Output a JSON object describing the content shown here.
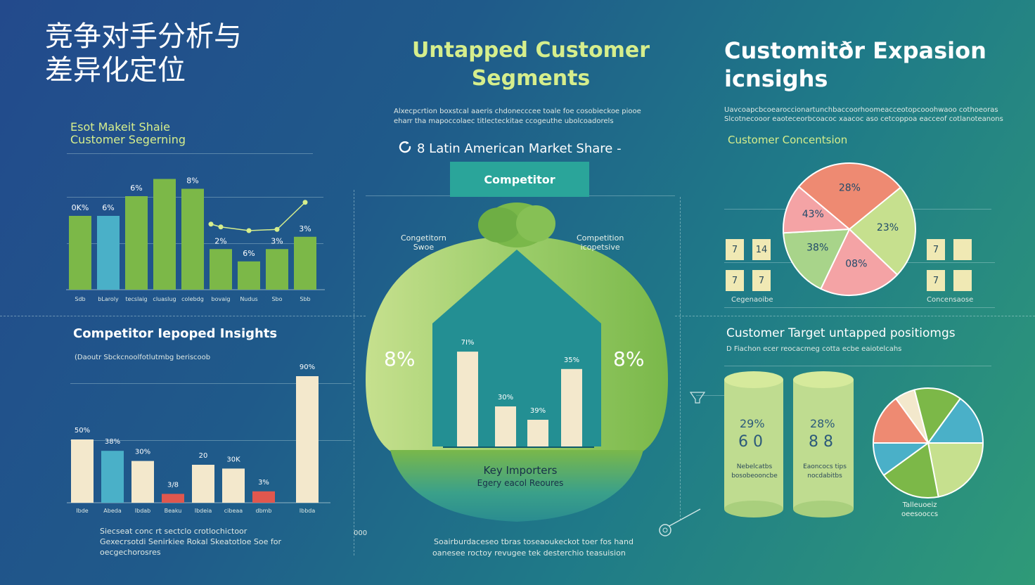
{
  "colors": {
    "green": "#7cb848",
    "blue": "#4ab0c8",
    "cream": "#f3e8cc",
    "red": "#e0574e",
    "light_green": "#c6e08e",
    "salmon": "#ee8a72",
    "pink": "#f4a3a5",
    "pie_green": "#a8d48a"
  },
  "header": {
    "title_cn": "竞争对手分析与\n差异化定位",
    "title_mid": "Untapped Customer\nSegments",
    "title_right": "Customitðr Expasion\nicnsighs"
  },
  "mid": {
    "desc_line1": "Alxecpcrtion boxstcal aaeris chdonecccee toale foe cosobieckoe piooe",
    "desc_line2": "eharr tha mapoccolaec titlecteckitae ccogeuthe ubolcoadorels",
    "market_title": "8 Latin American Market Share -",
    "competitor_label": "Competitor",
    "left_caption": "Congetitorn\nSwoe",
    "right_caption": "Competition\nicopetsive",
    "left_pct": "8%",
    "right_pct": "8%",
    "bottom_label1": "Key Importers",
    "bottom_label2": "Egery eacol Reoures",
    "footer_line1": "Soairburdaceseo tbras toseaoukeckot toer fos hand",
    "footer_line2": "oanesee roctoy revugee tek desterchio teasuision",
    "bars": [
      {
        "label": "7I%",
        "value": 71
      },
      {
        "label": "30%",
        "value": 30
      },
      {
        "label": "39%",
        "value": 20
      },
      {
        "label": "35%",
        "value": 58
      }
    ],
    "side_label": "000"
  },
  "tl": {
    "subhead": "Esot Makeit Shaie\nCustomer Segerning",
    "chart_data": {
      "type": "bar",
      "values": [
        60,
        60,
        76,
        90,
        82,
        33,
        23,
        33,
        43
      ],
      "colors": [
        "green",
        "blue",
        "green",
        "green",
        "green",
        "green",
        "green",
        "green",
        "green"
      ],
      "value_labels": [
        "0K%",
        "6%",
        "6%",
        "",
        "8%",
        "2%",
        "6%",
        "3%",
        "3%"
      ],
      "categories": [
        "Sdb",
        "bLaroly",
        "tecslaig",
        "cluaslug",
        "colebdg",
        "bovaig",
        "Nudus",
        "Sbo",
        "Sbb"
      ],
      "line_overlay": [
        {
          "bar": 5,
          "value": 51
        },
        {
          "bar": 6,
          "value": 48
        },
        {
          "bar": 7,
          "value": 49
        },
        {
          "bar": 8,
          "value": 71
        }
      ],
      "ylim": [
        0,
        100
      ]
    }
  },
  "bl": {
    "title": "Competitor Iepoped Insights",
    "subtitle": "(Daoutr Sbckcnoolfotlutmbg beriscoob",
    "footer": "Siecseat conc rt sectclo crotlochictoor\nGexecrsotdi Senirkiee Rokal Skeatotloe Soe for\noecgechorosres",
    "chart_data": {
      "type": "bar",
      "values": [
        50,
        41,
        33,
        7,
        30,
        27,
        9,
        100
      ],
      "colors": [
        "cream",
        "blue",
        "cream",
        "red",
        "cream",
        "cream",
        "red",
        "cream"
      ],
      "value_labels": [
        "50%",
        "38%",
        "30%",
        "3/8",
        "20",
        "30K",
        "3%",
        "90%"
      ],
      "categories": [
        "Ibde",
        "Abeda",
        "Ibdab",
        "Beaku",
        "Ibdeia",
        "cibeaa",
        "dbmb",
        "Ibbda"
      ],
      "ylim": [
        0,
        100
      ]
    }
  },
  "tr": {
    "desc_line1": "Uavcoapcbcoearoccionartunchbaccoorhoomeacceotopcooohwaoo cothoeoras",
    "desc_line2": "Slcotnecooor eaoteceorbcoacoc xaacoc aso cetcoppoa eacceof cotlanoteanons",
    "subhead": "Customer Concentsion",
    "left_caption": "Cegenaoibe",
    "right_caption": "Concensaose",
    "left_boxes": [
      "7",
      "14",
      "7",
      "7"
    ],
    "right_boxes": [
      "7",
      "",
      "7",
      ""
    ],
    "chart_data": {
      "type": "pie",
      "slices": [
        {
          "label": "28%",
          "value": 28,
          "color": "salmon"
        },
        {
          "label": "23%",
          "value": 23,
          "color": "light_green"
        },
        {
          "label": "08%",
          "value": 20,
          "color": "pink"
        },
        {
          "label": "38%",
          "value": 17,
          "color": "pie_green"
        },
        {
          "label": "43%",
          "value": 12,
          "color": "pink"
        }
      ]
    }
  },
  "br": {
    "title": "Customer Target untapped positiomgs",
    "subtitle": "D Fiachon ecer reocacmeg cotta ecbe eaiotelcahs",
    "cyl1_pct": "29%",
    "cyl1_val": "6 0",
    "cyl1_cap": "Nebelcatbs\nbosobeooncbe",
    "cyl2_pct": "28%",
    "cyl2_val": "8 8",
    "cyl2_cap": "Eaoncocs tips\nnocdabitbs",
    "pie_caption": "Talleuoeiz\noeesooccs",
    "chart_data": {
      "type": "pie",
      "slices": [
        {
          "value": 22,
          "color": "light_green"
        },
        {
          "value": 18,
          "color": "green"
        },
        {
          "value": 10,
          "color": "blue"
        },
        {
          "value": 15,
          "color": "salmon"
        },
        {
          "value": 6,
          "color": "cream"
        },
        {
          "value": 14,
          "color": "green"
        },
        {
          "value": 15,
          "color": "blue"
        }
      ]
    }
  }
}
